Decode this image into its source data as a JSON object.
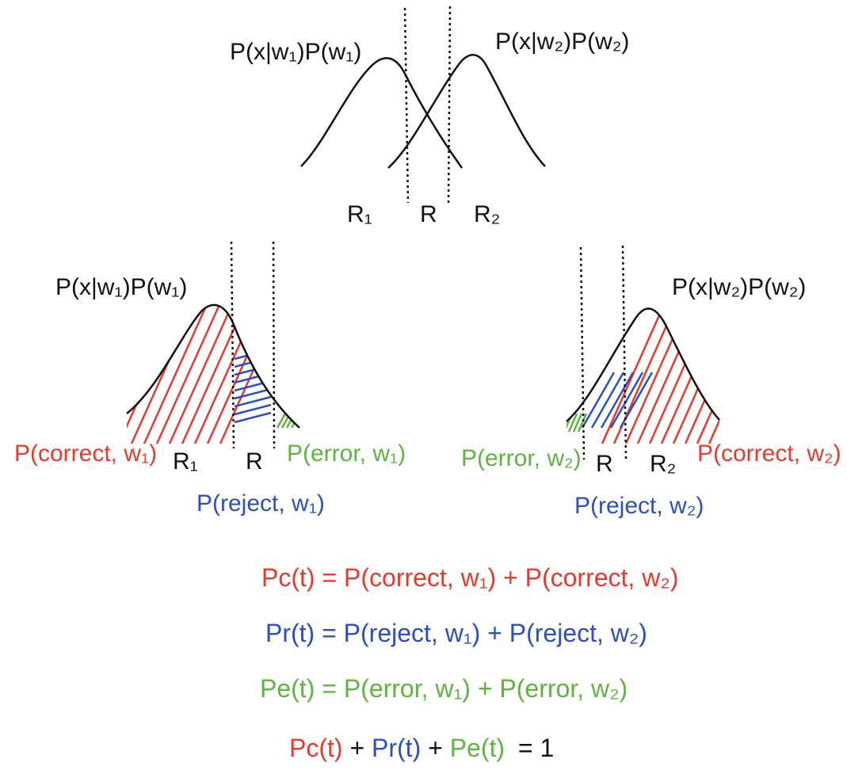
{
  "colors": {
    "correct": "#e8392b",
    "reject": "#2b4fc2",
    "error": "#5db53d",
    "ink": "#111111"
  },
  "top": {
    "curve1_label": "P(x|w₁)P(w₁)",
    "curve2_label": "P(x|w₂)P(w₂)",
    "region_r1": "R₁",
    "region_r": "R",
    "region_r2": "R₂"
  },
  "left": {
    "curve_label": "P(x|w₁)P(w₁)",
    "correct": "P(correct, w₁)",
    "error": "P(error, w₁)",
    "reject": "P(reject, w₁)",
    "region_r1": "R₁",
    "region_r": "R"
  },
  "right": {
    "curve_label": "P(x|w₂)P(w₂)",
    "correct": "P(correct, w₂)",
    "error": "P(error, w₂)",
    "reject": "P(reject, w₂)",
    "region_r": "R",
    "region_r2": "R₂"
  },
  "equations": {
    "correct": "Pc(t) = P(correct, w₁) + P(correct, w₂)",
    "reject": "Pr(t) = P(reject, w₁) + P(reject, w₂)",
    "error": "Pe(t) = P(error, w₁) + P(error, w₂)",
    "sum_pc": "Pc(t)",
    "sum_plus": "+",
    "sum_pr": "Pr(t)",
    "sum_pe": "Pe(t)",
    "sum_rhs": "= 1"
  }
}
